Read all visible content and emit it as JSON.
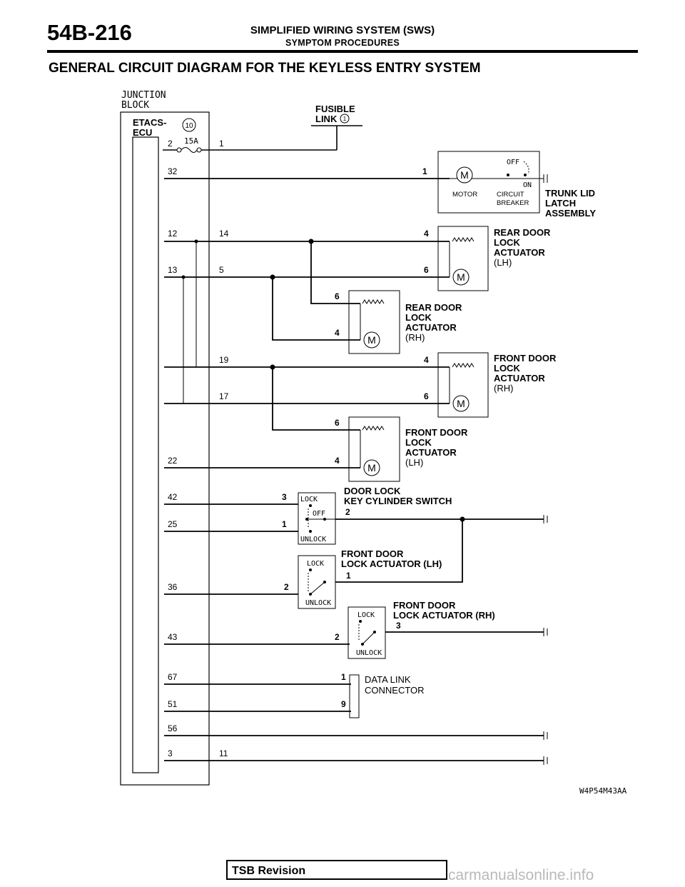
{
  "header": {
    "page_number": "54B-216",
    "manual_title": "SIMPLIFIED WIRING SYSTEM (SWS)",
    "section": "SYMPTOM PROCEDURES"
  },
  "section_title": "GENERAL CIRCUIT DIAGRAM FOR THE KEYLESS ENTRY SYSTEM",
  "diagram": {
    "junction_block": [
      "JUNCTION",
      "BLOCK"
    ],
    "etacs_ecu": [
      "ETACS-",
      "ECU"
    ],
    "ecu_connector": "10",
    "fuse_rating": "15A",
    "fusible_link": [
      "FUSIBLE",
      "LINK"
    ],
    "fusible_link_no": "1",
    "trunk": {
      "label": [
        "TRUNK LID",
        "LATCH",
        "ASSEMBLY"
      ],
      "motor": "MOTOR",
      "circuit_breaker": [
        "CIRCUIT",
        "BREAKER"
      ],
      "off": "OFF",
      "on": "ON"
    },
    "rear_lh": {
      "label": [
        "REAR DOOR",
        "LOCK",
        "ACTUATOR",
        "(LH)"
      ]
    },
    "rear_rh": {
      "label": [
        "REAR DOOR",
        "LOCK",
        "ACTUATOR",
        "(RH)"
      ]
    },
    "front_rh": {
      "label": [
        "FRONT DOOR",
        "LOCK",
        "ACTUATOR",
        "(RH)"
      ]
    },
    "front_lh": {
      "label": [
        "FRONT DOOR",
        "LOCK",
        "ACTUATOR",
        "(LH)"
      ]
    },
    "key_cyl": {
      "label": [
        "DOOR LOCK",
        "KEY CYLINDER SWITCH"
      ],
      "lock": "LOCK",
      "off": "OFF",
      "unlock": "UNLOCK"
    },
    "flh_switch": {
      "label": [
        "FRONT DOOR",
        "LOCK ACTUATOR (LH)"
      ],
      "lock": "LOCK",
      "unlock": "UNLOCK"
    },
    "frh_switch": {
      "label": [
        "FRONT DOOR",
        "LOCK ACTUATOR (RH)"
      ],
      "lock": "LOCK",
      "unlock": "UNLOCK"
    },
    "dlc": {
      "label": [
        "DATA LINK",
        "CONNECTOR"
      ]
    },
    "ecu_pins": [
      "2",
      "32",
      "12",
      "13",
      "22",
      "42",
      "25",
      "36",
      "43",
      "67",
      "51",
      "56",
      "3"
    ],
    "jb_pins": [
      "1",
      "14",
      "5",
      "19",
      "17",
      "11"
    ],
    "device_pins": {
      "fusible": "1",
      "trunk": "1",
      "rear_lh": [
        "4",
        "6"
      ],
      "rear_rh": [
        "6",
        "4"
      ],
      "front_rh": [
        "4",
        "6"
      ],
      "front_lh": [
        "6",
        "4"
      ],
      "key_cyl": [
        "3",
        "1",
        "2"
      ],
      "flh_switch": [
        "2",
        "1"
      ],
      "frh_switch": [
        "2",
        "3"
      ],
      "dlc": [
        "1",
        "9"
      ]
    },
    "figure_code": "W4P54M43AA"
  },
  "footer": {
    "tsb": "TSB Revision",
    "watermark": "carmanualsonline.info"
  }
}
